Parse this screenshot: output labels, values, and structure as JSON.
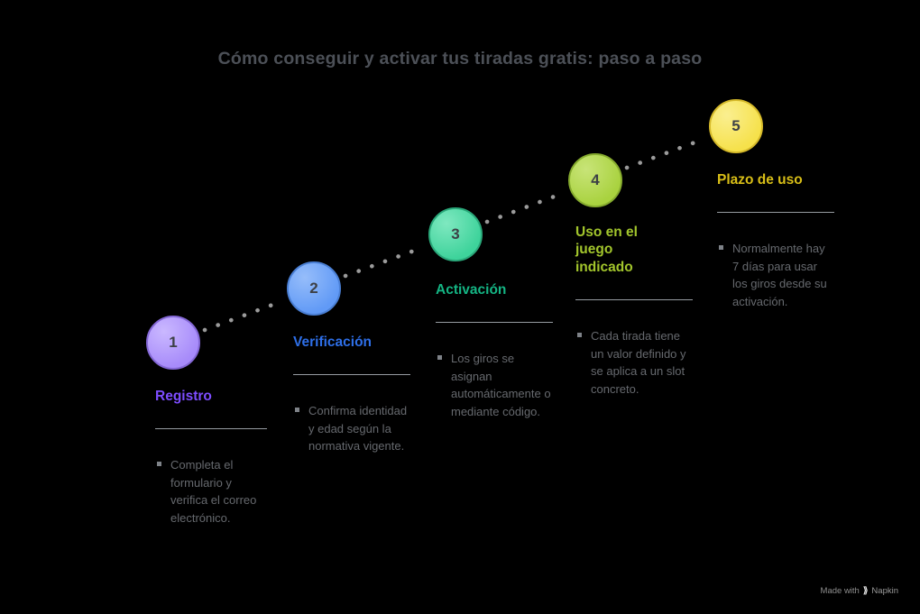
{
  "title": "Cómo conseguir y activar tus tiradas gratis: paso a paso",
  "steps": [
    {
      "number": "1",
      "title": "Registro",
      "bullet": "Completa el formulario y verifica el correo electrónico.",
      "colors": {
        "fill": "#a78bfa",
        "light": "#cab8ff",
        "border": "#8468d6",
        "title": "#7d4dff"
      }
    },
    {
      "number": "2",
      "title": "Verificación",
      "bullet": "Confirma identidad y edad según la normativa vigente.",
      "colors": {
        "fill": "#619af6",
        "light": "#96bdfa",
        "border": "#4a7fd4",
        "title": "#2e6fe8"
      }
    },
    {
      "number": "3",
      "title": "Activación",
      "bullet": "Los giros se asignan automáticamente o mediante código.",
      "colors": {
        "fill": "#3ed39b",
        "light": "#7fe8c0",
        "border": "#2aa87a",
        "title": "#14b584"
      }
    },
    {
      "number": "4",
      "title": "Uso en el juego indicado",
      "bullet": "Cada tirada tiene un valor definido y se aplica a un slot concreto.",
      "colors": {
        "fill": "#a9d23f",
        "light": "#c8e478",
        "border": "#86ab2e",
        "title": "#a2c52c"
      }
    },
    {
      "number": "5",
      "title": "Plazo de uso",
      "bullet": "Normalmente hay 7 días para usar los giros desde su activación.",
      "colors": {
        "fill": "#f6e14b",
        "light": "#faef90",
        "border": "#d6ba2a",
        "title": "#d8be17"
      }
    }
  ],
  "connector_color": "#9b9b9b",
  "footer": {
    "made_with": "Made with",
    "brand": "Napkin"
  }
}
